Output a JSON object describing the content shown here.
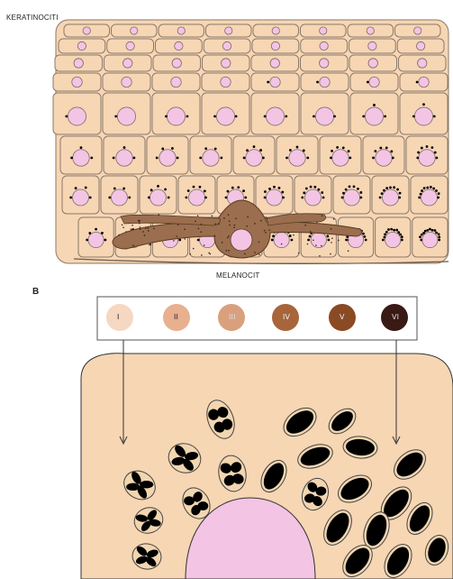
{
  "labels": {
    "top_left": "KERATINOCITI",
    "melanocyte": "MELANOCIT",
    "panel_b": "B"
  },
  "skin_types": [
    {
      "numeral": "I",
      "color": "#f6d7c2"
    },
    {
      "numeral": "II",
      "color": "#e8b08e"
    },
    {
      "numeral": "III",
      "color": "#d9a07e"
    },
    {
      "numeral": "IV",
      "color": "#a8643a"
    },
    {
      "numeral": "V",
      "color": "#8a4a24"
    },
    {
      "numeral": "VI",
      "color": "#3a1a14"
    }
  ],
  "colors": {
    "cell_fill": "#f7d6b4",
    "cell_stroke": "#8a7a6a",
    "nucleus": "#f3c4e4",
    "melanocyte": "#9a6e4e",
    "melanin": "#000000",
    "melanosome_fill": "#f2d6b0"
  }
}
